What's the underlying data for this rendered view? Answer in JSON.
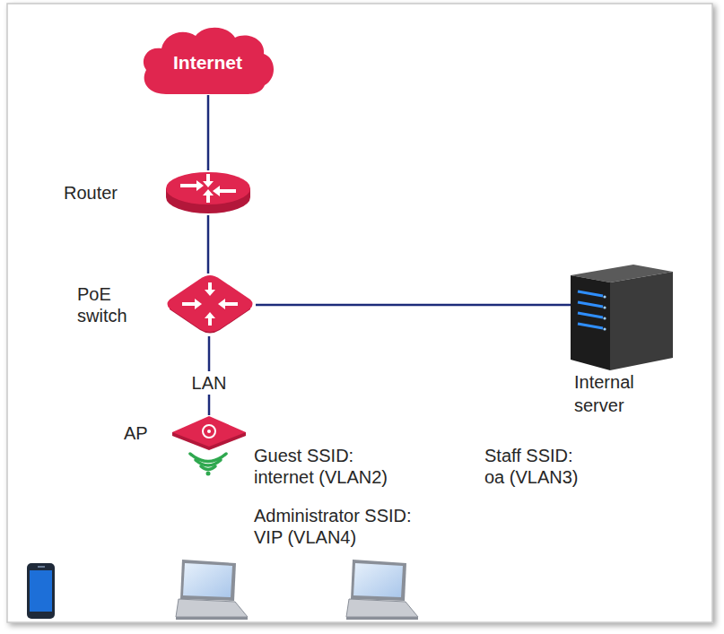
{
  "diagram": {
    "nodes": [
      {
        "text": [
          "Internet"
        ]
      },
      {
        "text": [
          "Router"
        ]
      },
      {
        "text": [
          "PoE switch"
        ]
      },
      {
        "text": [
          "Internal server"
        ]
      },
      {
        "text": [
          "AP"
        ]
      }
    ],
    "edges": [
      {
        "from": 0,
        "to": 1,
        "arrow": "none"
      },
      {
        "from": 1,
        "to": 2,
        "arrow": "none"
      },
      {
        "from": 2,
        "to": 3,
        "arrow": "none"
      },
      {
        "from": 2,
        "to": 4,
        "label": "LAN",
        "arrow": "none"
      }
    ],
    "labels": [
      "Guest SSID: internet (VLAN2)",
      "Staff SSID: oa (VLAN3)",
      "Administrator SSID: VIP (VLAN4)"
    ]
  }
}
